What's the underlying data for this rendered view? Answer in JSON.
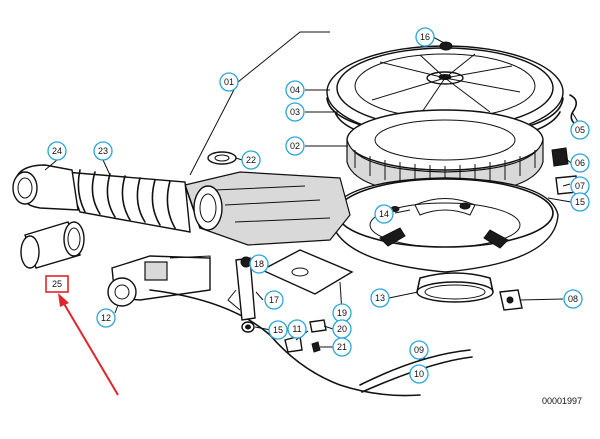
{
  "callouts": [
    {
      "id": "16",
      "label": "16"
    },
    {
      "id": "01",
      "label": "01"
    },
    {
      "id": "04",
      "label": "04"
    },
    {
      "id": "03",
      "label": "03"
    },
    {
      "id": "02",
      "label": "02"
    },
    {
      "id": "05",
      "label": "05"
    },
    {
      "id": "06",
      "label": "06"
    },
    {
      "id": "07",
      "label": "07"
    },
    {
      "id": "15a",
      "label": "15"
    },
    {
      "id": "24",
      "label": "24"
    },
    {
      "id": "23",
      "label": "23"
    },
    {
      "id": "22",
      "label": "22"
    },
    {
      "id": "14",
      "label": "14"
    },
    {
      "id": "18",
      "label": "18"
    },
    {
      "id": "13",
      "label": "13"
    },
    {
      "id": "08",
      "label": "08"
    },
    {
      "id": "17",
      "label": "17"
    },
    {
      "id": "19",
      "label": "19"
    },
    {
      "id": "12",
      "label": "12"
    },
    {
      "id": "15b",
      "label": "15"
    },
    {
      "id": "11",
      "label": "11"
    },
    {
      "id": "20",
      "label": "20"
    },
    {
      "id": "21",
      "label": "21"
    },
    {
      "id": "09",
      "label": "09"
    },
    {
      "id": "10",
      "label": "10"
    }
  ],
  "highlighted_part": {
    "label": "25",
    "highlight_color": "#e0262b"
  },
  "callout_color": "#2aa6dc",
  "document_number": "00001997"
}
